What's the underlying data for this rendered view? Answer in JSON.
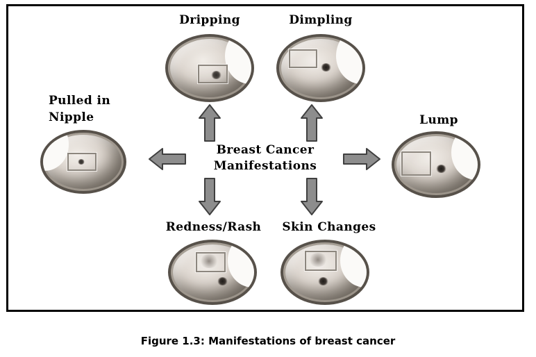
{
  "diagram": {
    "center_label": {
      "line1": "Breast Cancer",
      "line2": "Manifestations"
    },
    "nodes": {
      "dripping": {
        "label": "Dripping"
      },
      "dimpling": {
        "label": "Dimpling"
      },
      "pulled_in_nipple": {
        "label_line1": "Pulled in",
        "label_line2": "Nipple"
      },
      "lump": {
        "label": "Lump"
      },
      "redness_rash": {
        "label": "Redness/Rash"
      },
      "skin_changes": {
        "label": "Skin Changes"
      }
    }
  },
  "caption": "Figure 1.3: Manifestations of breast cancer",
  "colors": {
    "frame_border": "#000000",
    "arrow_fill": "#8d8d8d",
    "arrow_outline": "#3f3f3f",
    "label_text": "#000000",
    "photo_ring": "#57514a"
  }
}
